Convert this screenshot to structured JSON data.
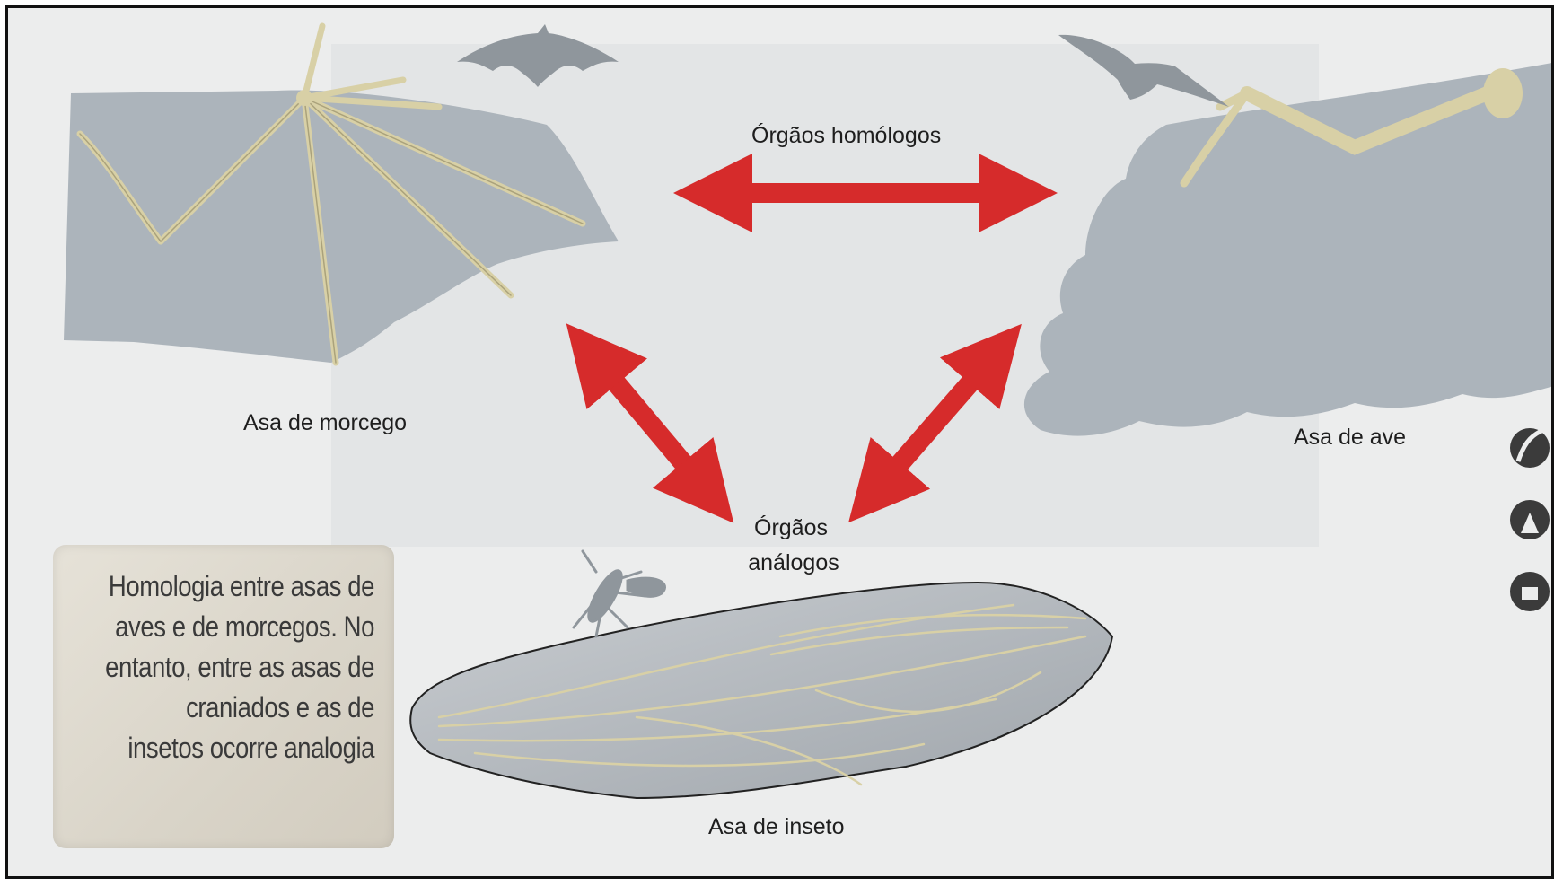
{
  "labels": {
    "homologous_organs": "Órgãos homólogos",
    "analogous_organs_line1": "Órgãos",
    "analogous_organs_line2": "análogos",
    "bat_wing": "Asa de morcego",
    "bird_wing": "Asa de ave",
    "insect_wing": "Asa de inseto"
  },
  "caption": {
    "text": "Homologia entre asas de aves e de morcegos. No entanto, entre as asas de craniados e as de insetos ocorre analogia"
  },
  "colors": {
    "arrow": "#d62b2b",
    "membrane": "#a9b1b8",
    "bone": "#d8d0a6",
    "silhouette": "#8f969c"
  },
  "icons": [
    "bat-silhouette-icon",
    "bird-silhouette-icon",
    "insect-silhouette-icon"
  ]
}
